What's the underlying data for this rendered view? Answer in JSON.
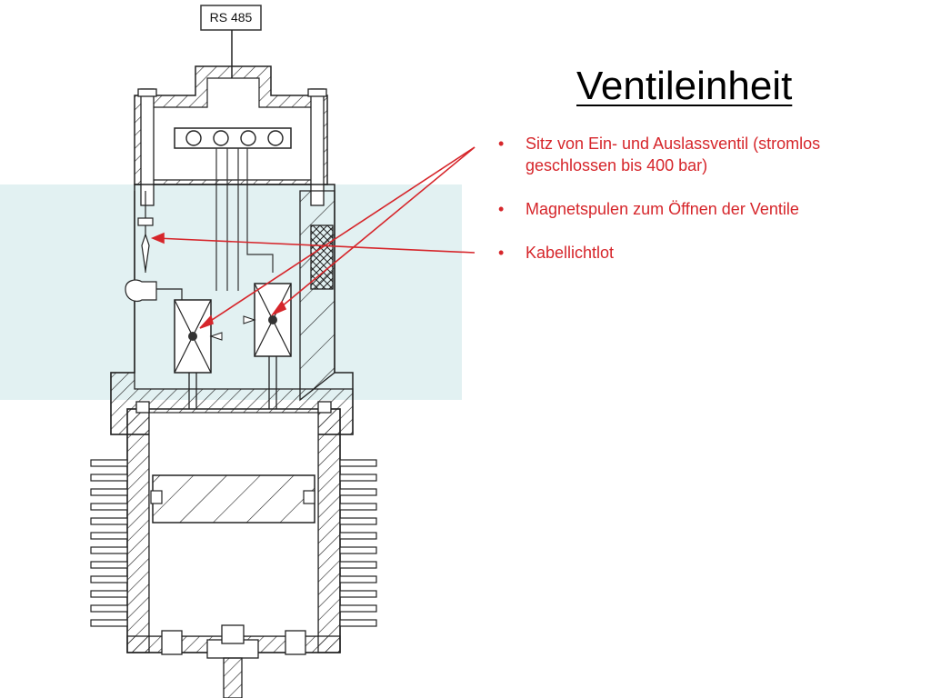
{
  "slide": {
    "title": "Ventileinheit"
  },
  "bullets": [
    {
      "text": "Sitz von Ein- und Auslassventil (stromlos geschlossen bis 400 bar)"
    },
    {
      "text": "Magnetspulen zum Öffnen der Ventile"
    },
    {
      "text": "Kabellichtlot"
    }
  ],
  "diagram": {
    "connector_label": "RS 485"
  },
  "colors": {
    "highlight": "#e2f1f2",
    "annotation": "#d6262b",
    "line": "#222222"
  }
}
